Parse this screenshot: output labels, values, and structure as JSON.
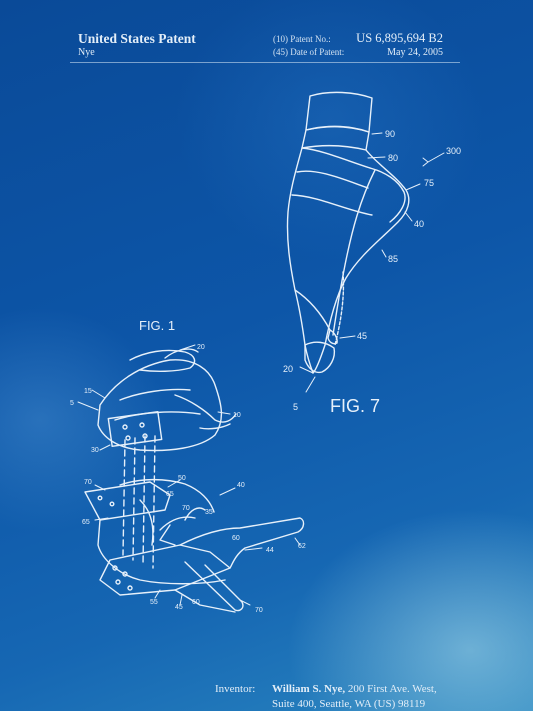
{
  "header": {
    "title": "United States Patent",
    "inventor_short": "Nye",
    "patent_no_label": "(10) Patent No.:",
    "patent_no": "US 6,895,694 B2",
    "date_label": "(45) Date of Patent:",
    "date": "May 24, 2005"
  },
  "figures": {
    "fig1_label": "FIG. 1",
    "fig7_label": "FIG. 7",
    "fig7_refs": [
      "90",
      "80",
      "300",
      "75",
      "40",
      "85",
      "45",
      "20",
      "5"
    ],
    "fig1_refs": [
      "20",
      "15",
      "5",
      "10",
      "30",
      "70",
      "50",
      "65",
      "70",
      "40",
      "35",
      "60",
      "65",
      "62",
      "44",
      "55",
      "45",
      "60",
      "70"
    ]
  },
  "footer": {
    "inventor_label": "Inventor:",
    "inventor_name": "William S. Nye,",
    "address_line1": "200 First Ave. West,",
    "address_line2": "Suite 400, Seattle, WA (US) 98119"
  },
  "colors": {
    "background": "#0d56a8",
    "linework": "#e6f0fa"
  }
}
